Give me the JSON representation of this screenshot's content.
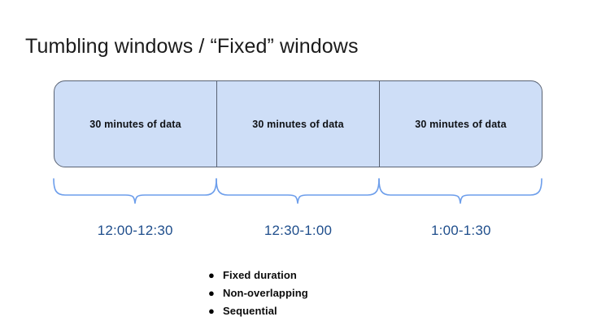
{
  "slide": {
    "title": "Tumbling windows / “Fixed” windows",
    "background_color": "#ffffff"
  },
  "diagram": {
    "type": "timeline-windows",
    "box_fill_color": "#cedef7",
    "box_border_color": "#596273",
    "brace_color": "#6d9eeb",
    "time_label_color": "#1f4e8c",
    "windows": [
      {
        "label": "30 minutes of data",
        "time_range": "12:00-12:30"
      },
      {
        "label": "30 minutes of data",
        "time_range": "12:30-1:00"
      },
      {
        "label": "30 minutes of data",
        "time_range": "1:00-1:30"
      }
    ]
  },
  "bullets": {
    "marker": "●",
    "items": [
      "Fixed duration",
      "Non-overlapping",
      "Sequential"
    ]
  }
}
